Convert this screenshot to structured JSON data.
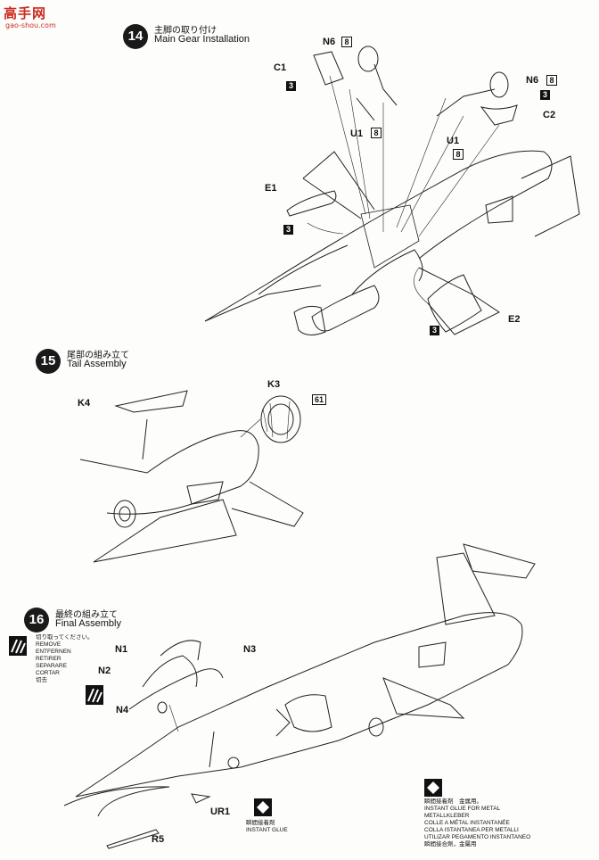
{
  "watermark": {
    "title": "高手网",
    "url": "gao-shou.com"
  },
  "steps": [
    {
      "number": "14",
      "title_jp": "主脚の取り付け",
      "title_en": "Main Gear Installation"
    },
    {
      "number": "15",
      "title_jp": "尾部の組み立て",
      "title_en": "Tail Assembly"
    },
    {
      "number": "16",
      "title_jp": "最終の組み立て",
      "title_en": "Final Assembly"
    }
  ],
  "step14": {
    "labels": {
      "n6_left": "N6",
      "c1": "C1",
      "u1_left": "U1",
      "n6_right": "N6",
      "c2": "C2",
      "u1_right": "U1",
      "e1": "E1",
      "e2": "E2"
    },
    "boxes": {
      "n6_left": "8",
      "c1": "3",
      "u1_left": "8",
      "n6_right_a": "8",
      "n6_right_b": "3",
      "u1_right": "8",
      "e1": "3",
      "e2": "3"
    }
  },
  "step15": {
    "labels": {
      "k4": "K4",
      "k3": "K3"
    },
    "boxes": {
      "k3": "61"
    }
  },
  "step16": {
    "labels": {
      "n1": "N1",
      "n3": "N3",
      "n2": "N2",
      "n4": "N4",
      "ur1": "UR1",
      "r5": "R5"
    },
    "remove_note": [
      "切り取ってください。",
      "REMOVE",
      "ENTFERNEN",
      "RETIRER",
      "SEPARARE",
      "CORTAR",
      "切去"
    ],
    "glue_note": [
      "瞬間接着剤",
      "INSTANT GLUE"
    ],
    "metal_glue_note": [
      "瞬間接着剤　金属用。",
      "INSTANT GLUE FOR METAL",
      "METALLKLEBER",
      "COLLE A MÉTAL INSTANTANÉE",
      "COLLA ISTANTANEA PER METALLI",
      "UTILIZAR PEGAMENTO INSTANTANEO",
      "瞬間接合劑，金屬用"
    ]
  }
}
